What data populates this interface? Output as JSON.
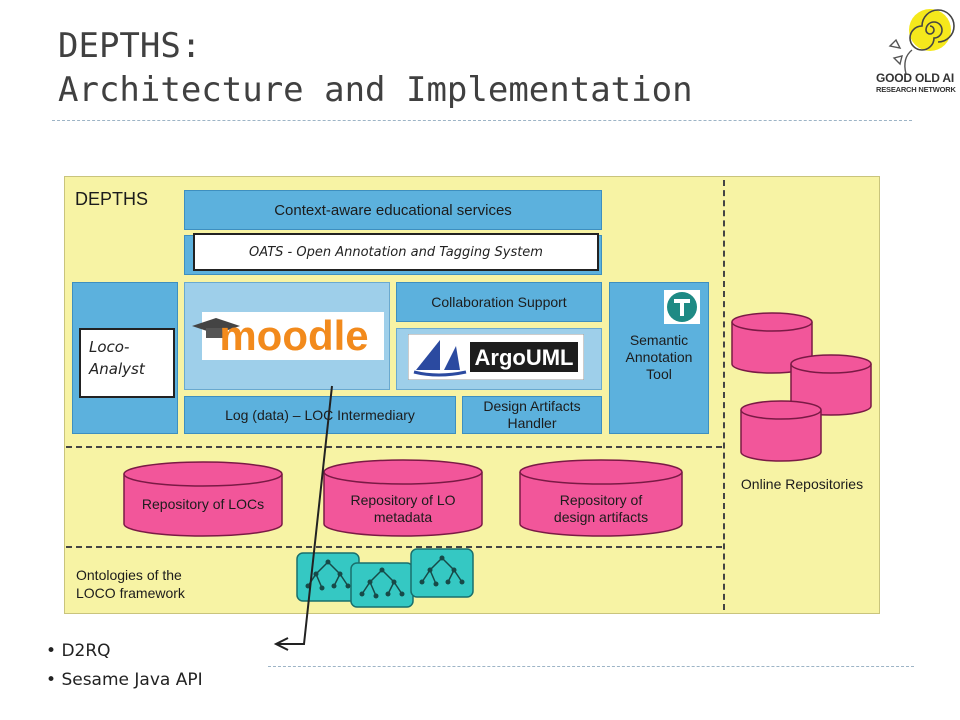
{
  "slide": {
    "title_line1": "DEPTHS:",
    "title_line2": "Architecture and Implementation",
    "logo_text_line1": "GOOD OLD AI",
    "logo_text_line2": "RESEARCH NETWORK"
  },
  "diagram": {
    "depths_label": "DEPTHS",
    "context_services": "Context-aware educational services",
    "oats": "OATS - Open Annotation and Tagging System",
    "loco_analyst": "Loco-\nAnalyst",
    "moodle": "moodle",
    "collaboration_support": "Collaboration Support",
    "argouml": "ArgoUML",
    "semantic_annotation_tool": "Semantic\nAnnotation\nTool",
    "log_intermediary": "Log (data) – LOC Intermediary",
    "design_artifacts_handler": "Design Artifacts\nHandler",
    "repo_locs": "Repository of LOCs",
    "repo_lo_metadata": "Repository of LO\nmetadata",
    "repo_design_artifacts": "Repository of\ndesign artifacts",
    "online_repositories": "Online Repositories",
    "ontologies": "Ontologies of the\nLOCO framework"
  },
  "bullets": [
    "D2RQ",
    "Sesame Java API"
  ],
  "colors": {
    "panel": "#f7f3a4",
    "component": "#5cb1dd",
    "database": "#f2569a",
    "ontology": "#35c8c3",
    "title": "#404040"
  },
  "icons": [
    "moodle-logo",
    "argouml-logo",
    "annotation-tool-icon",
    "database-icon",
    "ontology-tree-icon",
    "spiral-logo"
  ]
}
